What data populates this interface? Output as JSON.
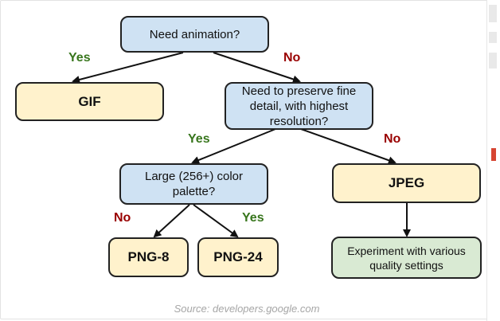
{
  "nodes": {
    "need_animation": "Need animation?",
    "gif": "GIF",
    "preserve_detail": "Need to preserve fine detail, with highest resolution?",
    "large_palette": "Large (256+) color palette?",
    "jpeg": "JPEG",
    "png8": "PNG-8",
    "png24": "PNG-24",
    "experiment": "Experiment with various quality settings"
  },
  "edge_labels": {
    "animation_yes": "Yes",
    "animation_no": "No",
    "detail_yes": "Yes",
    "detail_no": "No",
    "palette_no": "No",
    "palette_yes": "Yes"
  },
  "source": "Source: developers.google.com",
  "colors": {
    "question_fill": "#cfe2f3",
    "answer_fill": "#fff2cc",
    "final_fill": "#d9ead3",
    "yes_label": "#38761d",
    "no_label": "#990000"
  }
}
